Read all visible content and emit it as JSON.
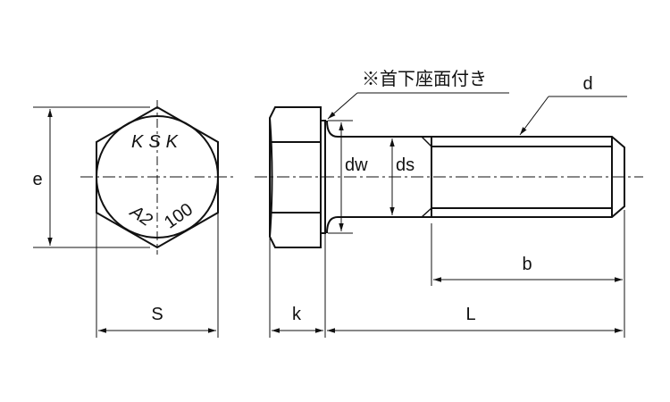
{
  "title": "Hex bolt dimension drawing",
  "note": "※首下座面付き",
  "head_marking": {
    "brand": "KSK",
    "grade": "A2",
    "strength": "100"
  },
  "dimensions": {
    "e": "e",
    "S": "S",
    "k": "k",
    "L": "L",
    "b": "b",
    "d": "d",
    "dw": "dw",
    "ds": "ds"
  },
  "colors": {
    "line": "#111111",
    "background": "#ffffff"
  }
}
